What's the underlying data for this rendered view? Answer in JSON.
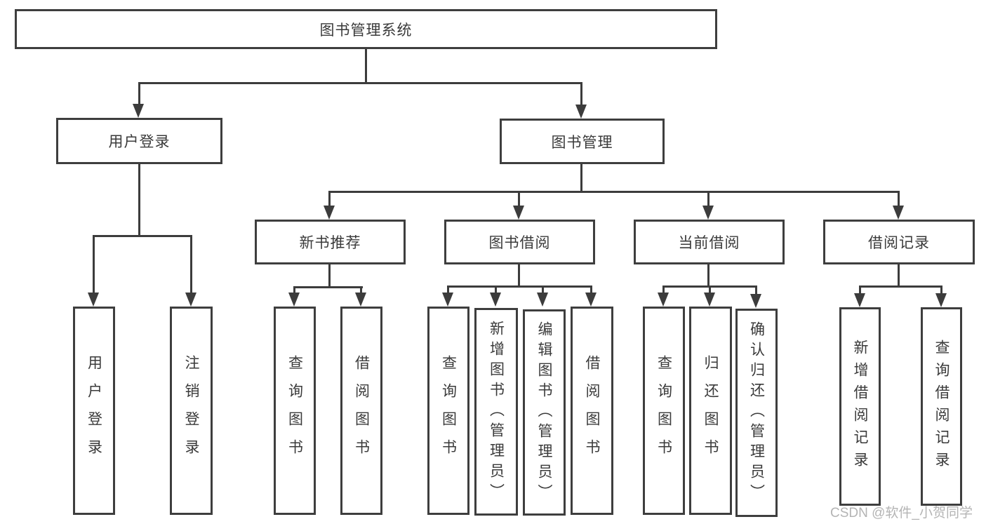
{
  "title": "图书管理系统",
  "branches": {
    "login": "用户登录",
    "management": "图书管理"
  },
  "modules": [
    "新书推荐",
    "图书借阅",
    "当前借阅",
    "借阅记录"
  ],
  "leaves": {
    "login": [
      "用户登录",
      "注销登录"
    ],
    "recommend": [
      "查询图书",
      "借阅图书"
    ],
    "borrow": [
      "查询图书",
      "新增图书（管理员）",
      "编辑图书（管理员）",
      "借阅图书"
    ],
    "current": [
      "查询图书",
      "归还图书",
      "确认归还（管理员）"
    ],
    "records": [
      "新增借阅记录",
      "查询借阅记录"
    ]
  },
  "watermark": "CSDN @软件_小贺同学",
  "colors": {
    "line": "#3c3c3c",
    "text": "#3a3a3a",
    "watermark": "#b4b4b4"
  }
}
